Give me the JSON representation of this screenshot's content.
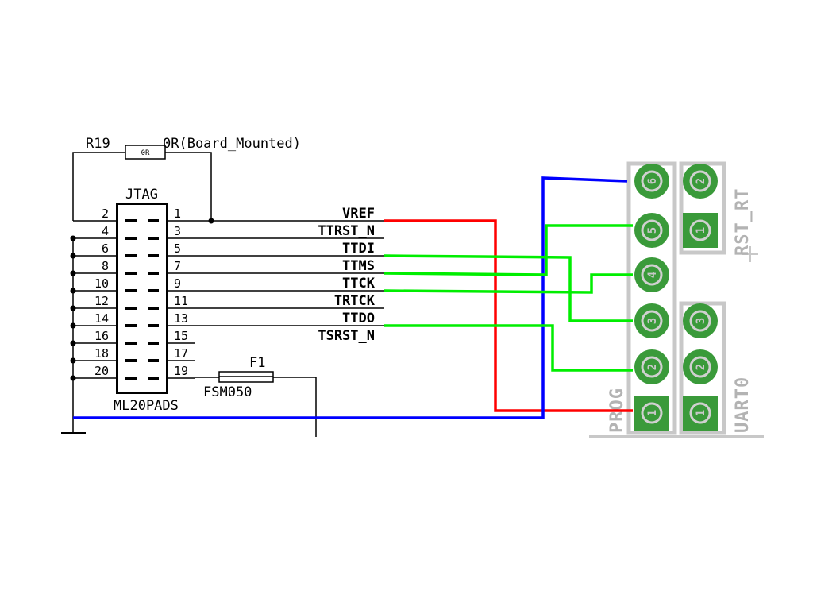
{
  "resistor": {
    "ref": "R19",
    "value": "0R(Board_Mounted)",
    "body_label": "0R"
  },
  "jtag": {
    "title": "JTAG",
    "package": "ML20PADS",
    "left_pins": [
      "2",
      "4",
      "6",
      "8",
      "10",
      "12",
      "14",
      "16",
      "18",
      "20"
    ],
    "right_pins": [
      "1",
      "3",
      "5",
      "7",
      "9",
      "11",
      "13",
      "15",
      "17",
      "19"
    ]
  },
  "signals": [
    "VREF",
    "TTRST_N",
    "TTDI",
    "TTMS",
    "TTCK",
    "TRTCK",
    "TTDO",
    "TSRST_N"
  ],
  "fuse": {
    "ref": "F1",
    "value": "FSM050"
  },
  "headers": {
    "rst_label": "RST_RT",
    "prog_label": "PROG",
    "uart_label": "UART0",
    "prog_pads": [
      "6",
      "5",
      "4",
      "3",
      "2",
      "1"
    ],
    "rst_pads": [
      "2",
      "1"
    ],
    "uart_pads": [
      "3",
      "2",
      "1"
    ]
  },
  "colors": {
    "vref_wire": "#ff0000",
    "gnd_wire": "#0000ff",
    "signal_wire": "#00ee00",
    "pad_green": "#3a9a3a",
    "pad_ring": "#bdbdbd"
  }
}
